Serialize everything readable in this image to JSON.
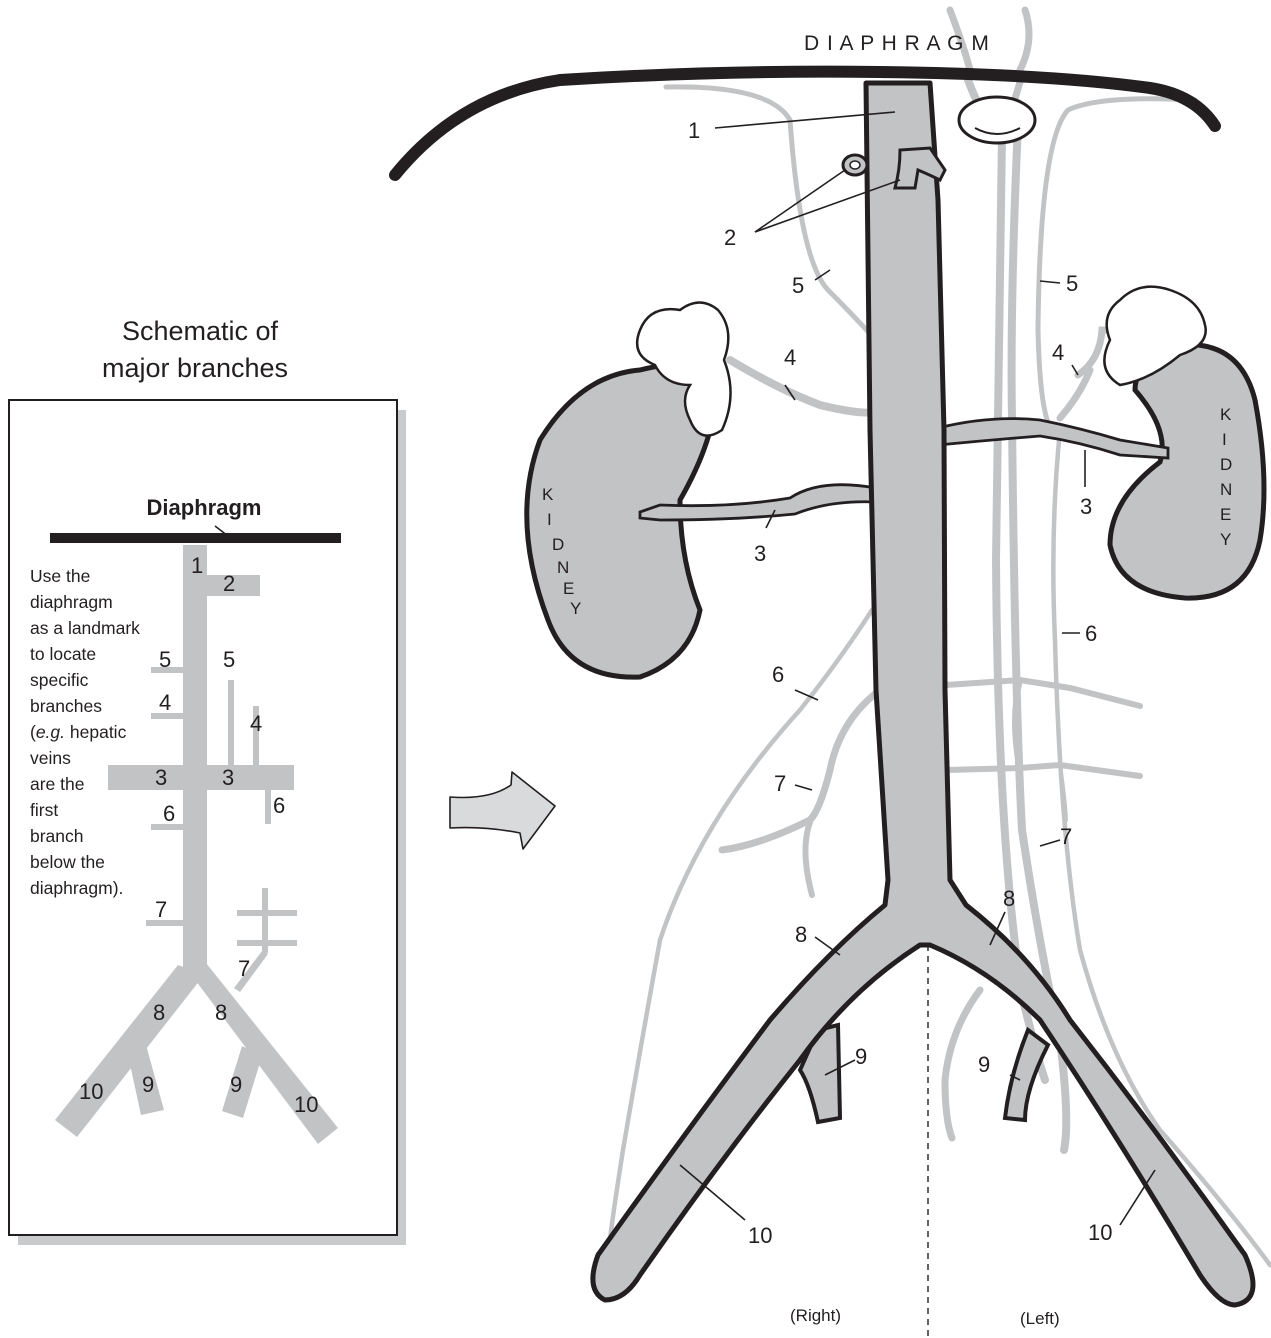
{
  "main_diagram": {
    "diaphragm_label": "D I A P H R A G M",
    "labels": {
      "n1": "1",
      "n2": "2",
      "n3_right": "3",
      "n3_left": "3",
      "n4_right": "4",
      "n4_left": "4",
      "n5_right": "5",
      "n5_left": "5",
      "n6_right": "6",
      "n6_left": "6",
      "n7_right": "7",
      "n7_left": "7",
      "n8_right": "8",
      "n8_left": "8",
      "n9_right": "9",
      "n9_left": "9",
      "n10_right": "10",
      "n10_left": "10"
    },
    "kidney_right_letters": [
      "K",
      "I",
      "D",
      "N",
      "E",
      "Y"
    ],
    "kidney_left_letters": [
      "K",
      "I",
      "D",
      "N",
      "E",
      "Y"
    ],
    "side_right": "(Right)",
    "side_left": "(Left)"
  },
  "schematic": {
    "title_line1": "Schematic of",
    "title_line2": "major branches",
    "diaphragm": "Diaphragm",
    "note_lines": [
      "Use the",
      "diaphragm",
      "as a landmark",
      "to locate",
      "specific",
      "branches"
    ],
    "note_eg": "e.g.",
    "note_eg_rest": " hepatic",
    "note_lines2": [
      "veins",
      "are the",
      "first",
      "branch",
      "below the",
      "diaphragm)."
    ],
    "labels": {
      "n1": "1",
      "n2": "2",
      "n3a": "3",
      "n3b": "3",
      "n4a": "4",
      "n4b": "4",
      "n5a": "5",
      "n5b": "5",
      "n6a": "6",
      "n6b": "6",
      "n7a": "7",
      "n7b": "7",
      "n8a": "8",
      "n8b": "8",
      "n9a": "9",
      "n9b": "9",
      "n10a": "10",
      "n10b": "10"
    }
  },
  "colors": {
    "vessel": "#c2c3c5",
    "ink": "#231f20",
    "shadow": "#c9cacc"
  }
}
